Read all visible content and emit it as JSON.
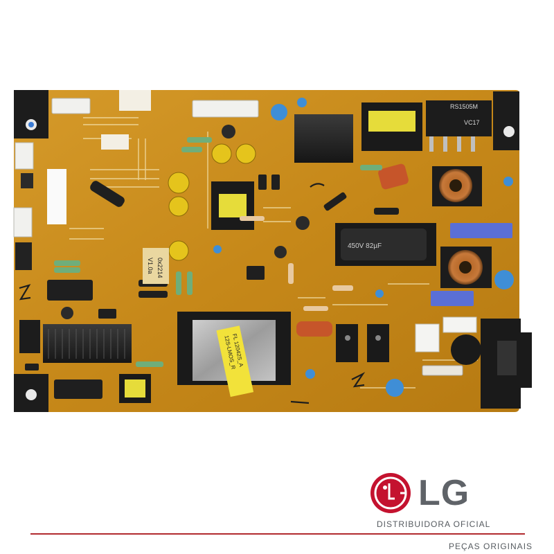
{
  "photo": {
    "subject": "power-supply-circuit-board",
    "board_color": "#c78a1c",
    "markings": {
      "label_model": "V1.0a",
      "label_code": "0x2214",
      "chip_label": "RS1505M",
      "chip_sub": "VC17",
      "sticker_line1": "12S-LMOS_R",
      "sticker_line2": "FL 12042S_A",
      "cap_text": "450V 82µF"
    }
  },
  "brand": {
    "logo_text": "LG",
    "logo_color": "#c4122f",
    "tagline": "DISTRIBUIDORA OFICIAL",
    "subtitle": "PEÇAS ORIGINAIS",
    "rule_color": "#b22a2e"
  }
}
